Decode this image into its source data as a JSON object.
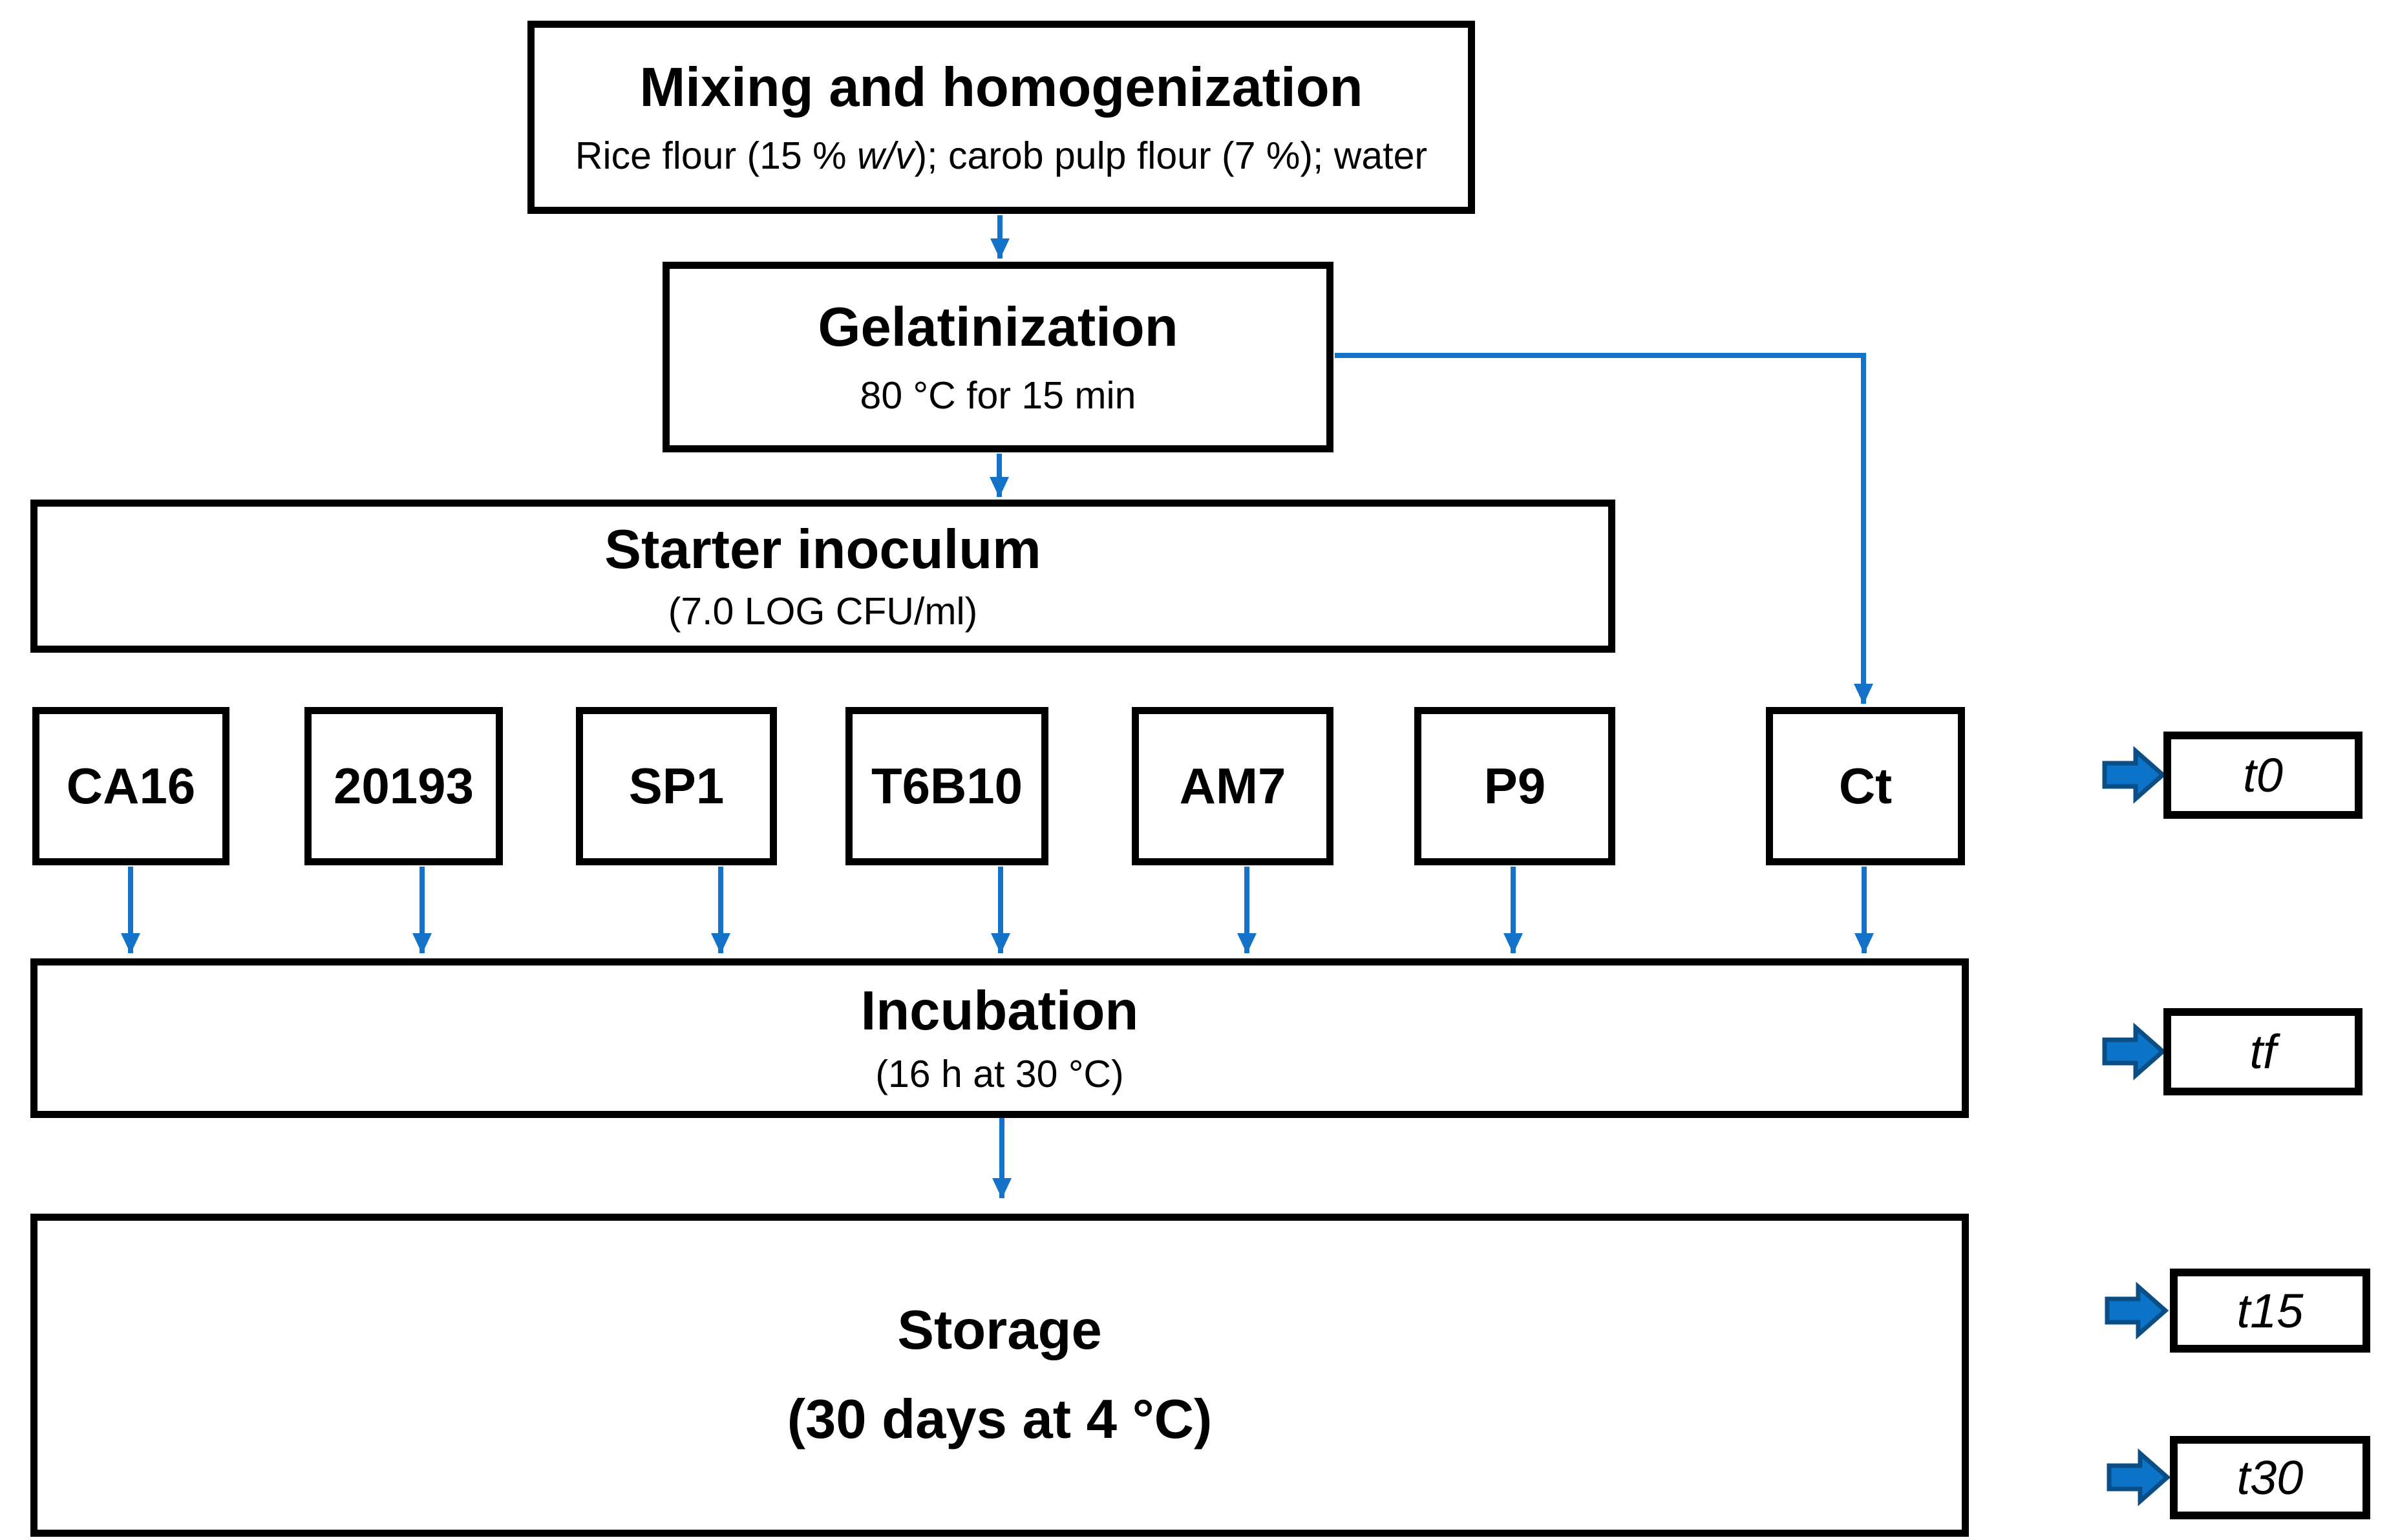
{
  "diagram": {
    "mixing": {
      "title": "Mixing and homogenization",
      "subtitle_pre": "Rice flour (15 % ",
      "subtitle_italic": "w/v",
      "subtitle_post": "); carob pulp flour (7 %); water"
    },
    "gelatinization": {
      "title": "Gelatinization",
      "subtitle": "80 °C for 15 min"
    },
    "starter": {
      "title": "Starter inoculum",
      "subtitle": "(7.0 LOG CFU/ml)"
    },
    "incubation": {
      "title": "Incubation",
      "subtitle": "(16 h at 30 °C)"
    },
    "storage": {
      "title": "Storage",
      "subtitle": "(30 days at 4 °C)"
    },
    "strains": [
      "CA16",
      "20193",
      "SP1",
      "T6B10",
      "AM7",
      "P9",
      "Ct"
    ],
    "timepoints": [
      "t0",
      "tf",
      "t15",
      "t30"
    ],
    "colors": {
      "arrow_blue": "#1473C8",
      "block_arrow_fill": "#0C74C8",
      "block_arrow_edge": "#0B4E86",
      "box_border": "#000000"
    }
  }
}
